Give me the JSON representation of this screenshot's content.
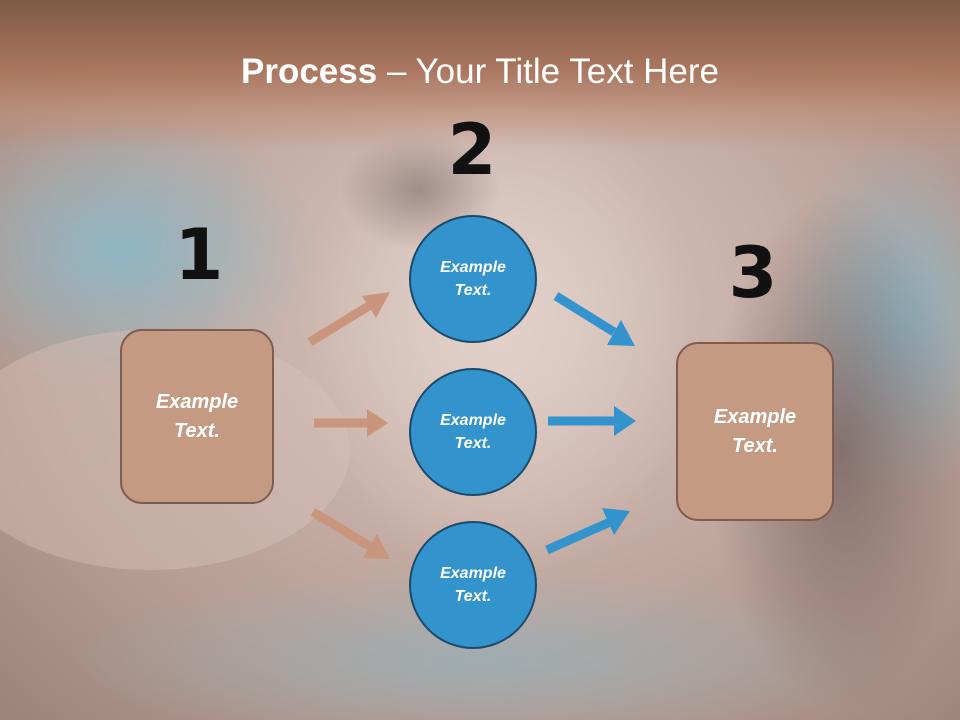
{
  "title": {
    "bold": "Process",
    "rest": " – Your Title Text Here"
  },
  "steps": {
    "one": "1",
    "two": "2",
    "three": "3"
  },
  "left_box": {
    "text": "Example\nText."
  },
  "right_box": {
    "text": "Example\nText."
  },
  "circles": [
    {
      "text": "Example\nText."
    },
    {
      "text": "Example\nText."
    },
    {
      "text": "Example\nText."
    }
  ],
  "colors": {
    "box_fill": "#c59a83",
    "circle_fill": "#3393cc",
    "arrow_left": "#c9957c",
    "arrow_right": "#3393cc"
  }
}
